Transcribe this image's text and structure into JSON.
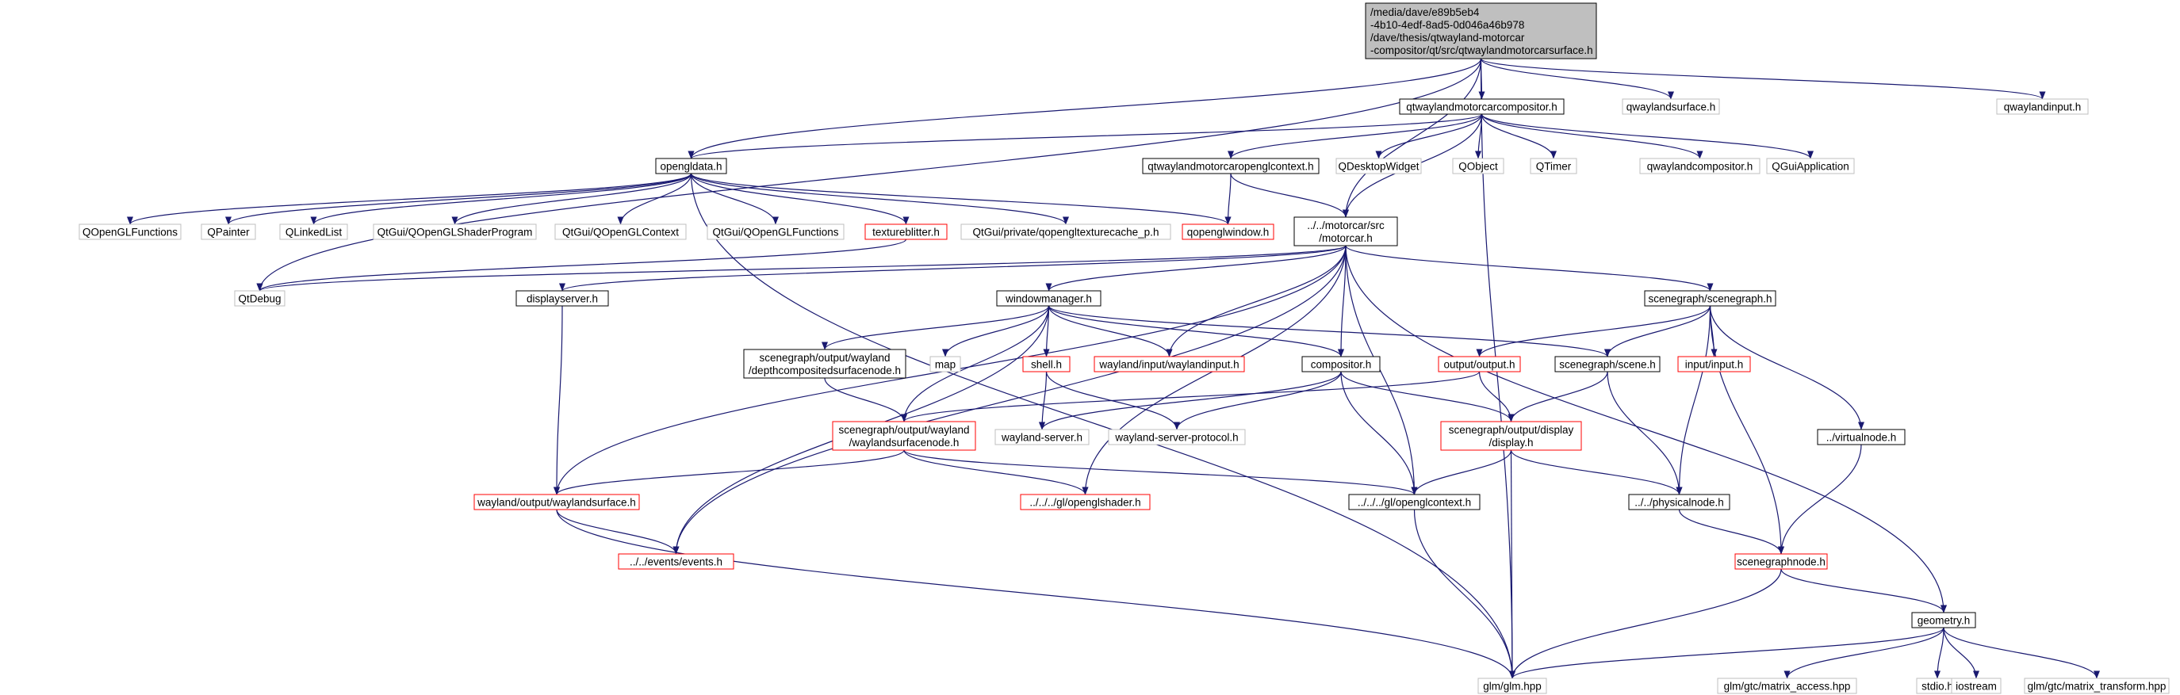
{
  "style": {
    "edge_color": "#191970",
    "root_fill": "#bfbfbf",
    "node_fill": "#ffffff",
    "border_plain": "#000000",
    "border_external": "#bfbfbf",
    "border_red": "#ff0000",
    "text_color": "#000000"
  },
  "nodes": {
    "root": {
      "lines": [
        "/media/dave/e89b5eb4",
        "-4b10-4edf-8ad5-0d046a46b978",
        "/dave/thesis/qtwayland-motorcar",
        "-compositor/qt/src/qtwaylandmotorcarsurface.h"
      ],
      "kind": "root"
    },
    "qwaylandmotorcarcompositor_h": {
      "lines": [
        "qtwaylandmotorcarcompositor.h"
      ],
      "kind": "plain"
    },
    "qwaylandsurface_h": {
      "lines": [
        "qwaylandsurface.h"
      ],
      "kind": "external"
    },
    "qwaylandinput_h": {
      "lines": [
        "qwaylandinput.h"
      ],
      "kind": "external"
    },
    "opengldata_h": {
      "lines": [
        "opengldata.h"
      ],
      "kind": "plain"
    },
    "qtwaylandmotorcaropenglcontext_h": {
      "lines": [
        "qtwaylandmotorcaropenglcontext.h"
      ],
      "kind": "plain"
    },
    "QDesktopWidget": {
      "lines": [
        "QDesktopWidget"
      ],
      "kind": "external"
    },
    "QObject": {
      "lines": [
        "QObject"
      ],
      "kind": "external"
    },
    "QTimer": {
      "lines": [
        "QTimer"
      ],
      "kind": "external"
    },
    "qwaylandcompositor_h": {
      "lines": [
        "qwaylandcompositor.h"
      ],
      "kind": "external"
    },
    "QGuiApplication": {
      "lines": [
        "QGuiApplication"
      ],
      "kind": "external"
    },
    "QOpenGLFunctions": {
      "lines": [
        "QOpenGLFunctions"
      ],
      "kind": "external"
    },
    "QPainter": {
      "lines": [
        "QPainter"
      ],
      "kind": "external"
    },
    "QLinkedList": {
      "lines": [
        "QLinkedList"
      ],
      "kind": "external"
    },
    "QOpenGLShaderProgram": {
      "lines": [
        "QtGui/QOpenGLShaderProgram"
      ],
      "kind": "external"
    },
    "QOpenGLContext": {
      "lines": [
        "QtGui/QOpenGLContext"
      ],
      "kind": "external"
    },
    "QtGuiQOpenGLFunctions": {
      "lines": [
        "QtGui/QOpenGLFunctions"
      ],
      "kind": "external"
    },
    "textureblitter_h": {
      "lines": [
        "textureblitter.h"
      ],
      "kind": "red"
    },
    "qopengltexturecache_p_h": {
      "lines": [
        "QtGui/private/qopengltexturecache_p.h"
      ],
      "kind": "external"
    },
    "qopenglwindow_h": {
      "lines": [
        "qopenglwindow.h"
      ],
      "kind": "red"
    },
    "motorcar_h": {
      "lines": [
        "../../motorcar/src",
        "/motorcar.h"
      ],
      "kind": "plain"
    },
    "QtDebug": {
      "lines": [
        "QtDebug"
      ],
      "kind": "external"
    },
    "displayserver_h": {
      "lines": [
        "displayserver.h"
      ],
      "kind": "plain"
    },
    "windowmanager_h": {
      "lines": [
        "windowmanager.h"
      ],
      "kind": "plain"
    },
    "scenegraph_h": {
      "lines": [
        "scenegraph/scenegraph.h"
      ],
      "kind": "plain"
    },
    "depthcompositedsurfacenode_h": {
      "lines": [
        "scenegraph/output/wayland",
        "/depthcompositedsurfacenode.h"
      ],
      "kind": "plain"
    },
    "map": {
      "lines": [
        "map"
      ],
      "kind": "external"
    },
    "shell_h": {
      "lines": [
        "shell.h"
      ],
      "kind": "red"
    },
    "waylandinput_h": {
      "lines": [
        "wayland/input/waylandinput.h"
      ],
      "kind": "red"
    },
    "compositor_h": {
      "lines": [
        "compositor.h"
      ],
      "kind": "plain"
    },
    "output_h": {
      "lines": [
        "output/output.h"
      ],
      "kind": "red"
    },
    "scene_h": {
      "lines": [
        "scenegraph/scene.h"
      ],
      "kind": "plain"
    },
    "input_h": {
      "lines": [
        "input/input.h"
      ],
      "kind": "red"
    },
    "virtualnode_h": {
      "lines": [
        "../virtualnode.h"
      ],
      "kind": "plain"
    },
    "waylandsurfacenode_h": {
      "lines": [
        "scenegraph/output/wayland",
        "/waylandsurfacenode.h"
      ],
      "kind": "red"
    },
    "wayland_server_h": {
      "lines": [
        "wayland-server.h"
      ],
      "kind": "external"
    },
    "wayland_server_protocol_h": {
      "lines": [
        "wayland-server-protocol.h"
      ],
      "kind": "external"
    },
    "display_h": {
      "lines": [
        "scenegraph/output/display",
        "/display.h"
      ],
      "kind": "red"
    },
    "waylandsurface_h": {
      "lines": [
        "wayland/output/waylandsurface.h"
      ],
      "kind": "red"
    },
    "openglshader_h": {
      "lines": [
        "../../../gl/openglshader.h"
      ],
      "kind": "red"
    },
    "openglcontext_h": {
      "lines": [
        "../../../gl/openglcontext.h"
      ],
      "kind": "plain"
    },
    "physicalnode_h": {
      "lines": [
        "../../physicalnode.h"
      ],
      "kind": "plain"
    },
    "events_h": {
      "lines": [
        "../../events/events.h"
      ],
      "kind": "red"
    },
    "scenegraphnode_h": {
      "lines": [
        "scenegraphnode.h"
      ],
      "kind": "red"
    },
    "geometry_h": {
      "lines": [
        "geometry.h"
      ],
      "kind": "plain"
    },
    "glm_hpp": {
      "lines": [
        "glm/glm.hpp"
      ],
      "kind": "external"
    },
    "matrix_access_hpp": {
      "lines": [
        "glm/gtc/matrix_access.hpp"
      ],
      "kind": "external"
    },
    "stdio_h": {
      "lines": [
        "stdio.h"
      ],
      "kind": "external"
    },
    "iostream": {
      "lines": [
        "iostream"
      ],
      "kind": "external"
    },
    "matrix_transform_hpp": {
      "lines": [
        "glm/gtc/matrix_transform.hpp"
      ],
      "kind": "external"
    }
  },
  "edges": [
    [
      "root",
      "qwaylandmotorcarcompositor_h"
    ],
    [
      "root",
      "qwaylandsurface_h"
    ],
    [
      "root",
      "qwaylandinput_h"
    ],
    [
      "root",
      "opengldata_h"
    ],
    [
      "root",
      "motorcar_h"
    ],
    [
      "root",
      "QtDebug"
    ],
    [
      "root",
      "glm_hpp"
    ],
    [
      "qwaylandmotorcarcompositor_h",
      "opengldata_h"
    ],
    [
      "qwaylandmotorcarcompositor_h",
      "qtwaylandmotorcaropenglcontext_h"
    ],
    [
      "qwaylandmotorcarcompositor_h",
      "QDesktopWidget"
    ],
    [
      "qwaylandmotorcarcompositor_h",
      "QObject"
    ],
    [
      "qwaylandmotorcarcompositor_h",
      "QTimer"
    ],
    [
      "qwaylandmotorcarcompositor_h",
      "qwaylandcompositor_h"
    ],
    [
      "qwaylandmotorcarcompositor_h",
      "QGuiApplication"
    ],
    [
      "qwaylandmotorcarcompositor_h",
      "motorcar_h"
    ],
    [
      "opengldata_h",
      "QOpenGLFunctions"
    ],
    [
      "opengldata_h",
      "QPainter"
    ],
    [
      "opengldata_h",
      "QLinkedList"
    ],
    [
      "opengldata_h",
      "QOpenGLShaderProgram"
    ],
    [
      "opengldata_h",
      "QOpenGLContext"
    ],
    [
      "opengldata_h",
      "QtGuiQOpenGLFunctions"
    ],
    [
      "opengldata_h",
      "textureblitter_h"
    ],
    [
      "opengldata_h",
      "qopengltexturecache_p_h"
    ],
    [
      "opengldata_h",
      "qopenglwindow_h"
    ],
    [
      "opengldata_h",
      "glm_hpp"
    ],
    [
      "qtwaylandmotorcaropenglcontext_h",
      "qopenglwindow_h"
    ],
    [
      "qtwaylandmotorcaropenglcontext_h",
      "motorcar_h"
    ],
    [
      "textureblitter_h",
      "QtDebug"
    ],
    [
      "motorcar_h",
      "QtDebug"
    ],
    [
      "motorcar_h",
      "displayserver_h"
    ],
    [
      "motorcar_h",
      "windowmanager_h"
    ],
    [
      "motorcar_h",
      "scenegraph_h"
    ],
    [
      "motorcar_h",
      "waylandinput_h"
    ],
    [
      "motorcar_h",
      "compositor_h"
    ],
    [
      "motorcar_h",
      "waylandsurface_h"
    ],
    [
      "motorcar_h",
      "events_h"
    ],
    [
      "motorcar_h",
      "openglshader_h"
    ],
    [
      "motorcar_h",
      "openglcontext_h"
    ],
    [
      "motorcar_h",
      "geometry_h"
    ],
    [
      "displayserver_h",
      "waylandsurface_h"
    ],
    [
      "windowmanager_h",
      "depthcompositedsurfacenode_h"
    ],
    [
      "windowmanager_h",
      "map"
    ],
    [
      "windowmanager_h",
      "shell_h"
    ],
    [
      "windowmanager_h",
      "waylandinput_h"
    ],
    [
      "windowmanager_h",
      "compositor_h"
    ],
    [
      "windowmanager_h",
      "scene_h"
    ],
    [
      "windowmanager_h",
      "waylandsurfacenode_h"
    ],
    [
      "windowmanager_h",
      "events_h"
    ],
    [
      "scenegraph_h",
      "output_h"
    ],
    [
      "scenegraph_h",
      "scene_h"
    ],
    [
      "scenegraph_h",
      "input_h"
    ],
    [
      "scenegraph_h",
      "virtualnode_h"
    ],
    [
      "scenegraph_h",
      "physicalnode_h"
    ],
    [
      "scenegraph_h",
      "scenegraphnode_h"
    ],
    [
      "depthcompositedsurfacenode_h",
      "waylandsurfacenode_h"
    ],
    [
      "shell_h",
      "wayland_server_h"
    ],
    [
      "shell_h",
      "wayland_server_protocol_h"
    ],
    [
      "compositor_h",
      "wayland_server_h"
    ],
    [
      "compositor_h",
      "wayland_server_protocol_h"
    ],
    [
      "compositor_h",
      "display_h"
    ],
    [
      "compositor_h",
      "openglcontext_h"
    ],
    [
      "output_h",
      "waylandsurfacenode_h"
    ],
    [
      "output_h",
      "display_h"
    ],
    [
      "scene_h",
      "display_h"
    ],
    [
      "scene_h",
      "physicalnode_h"
    ],
    [
      "virtualnode_h",
      "scenegraphnode_h"
    ],
    [
      "waylandsurfacenode_h",
      "waylandsurface_h"
    ],
    [
      "waylandsurfacenode_h",
      "openglshader_h"
    ],
    [
      "waylandsurfacenode_h",
      "openglcontext_h"
    ],
    [
      "display_h",
      "openglcontext_h"
    ],
    [
      "display_h",
      "physicalnode_h"
    ],
    [
      "display_h",
      "glm_hpp"
    ],
    [
      "waylandsurface_h",
      "events_h"
    ],
    [
      "waylandsurface_h",
      "glm_hpp"
    ],
    [
      "openglcontext_h",
      "glm_hpp"
    ],
    [
      "physicalnode_h",
      "scenegraphnode_h"
    ],
    [
      "scenegraphnode_h",
      "geometry_h"
    ],
    [
      "scenegraphnode_h",
      "glm_hpp"
    ],
    [
      "geometry_h",
      "glm_hpp"
    ],
    [
      "geometry_h",
      "matrix_access_hpp"
    ],
    [
      "geometry_h",
      "stdio_h"
    ],
    [
      "geometry_h",
      "iostream"
    ],
    [
      "geometry_h",
      "matrix_transform_hpp"
    ]
  ]
}
